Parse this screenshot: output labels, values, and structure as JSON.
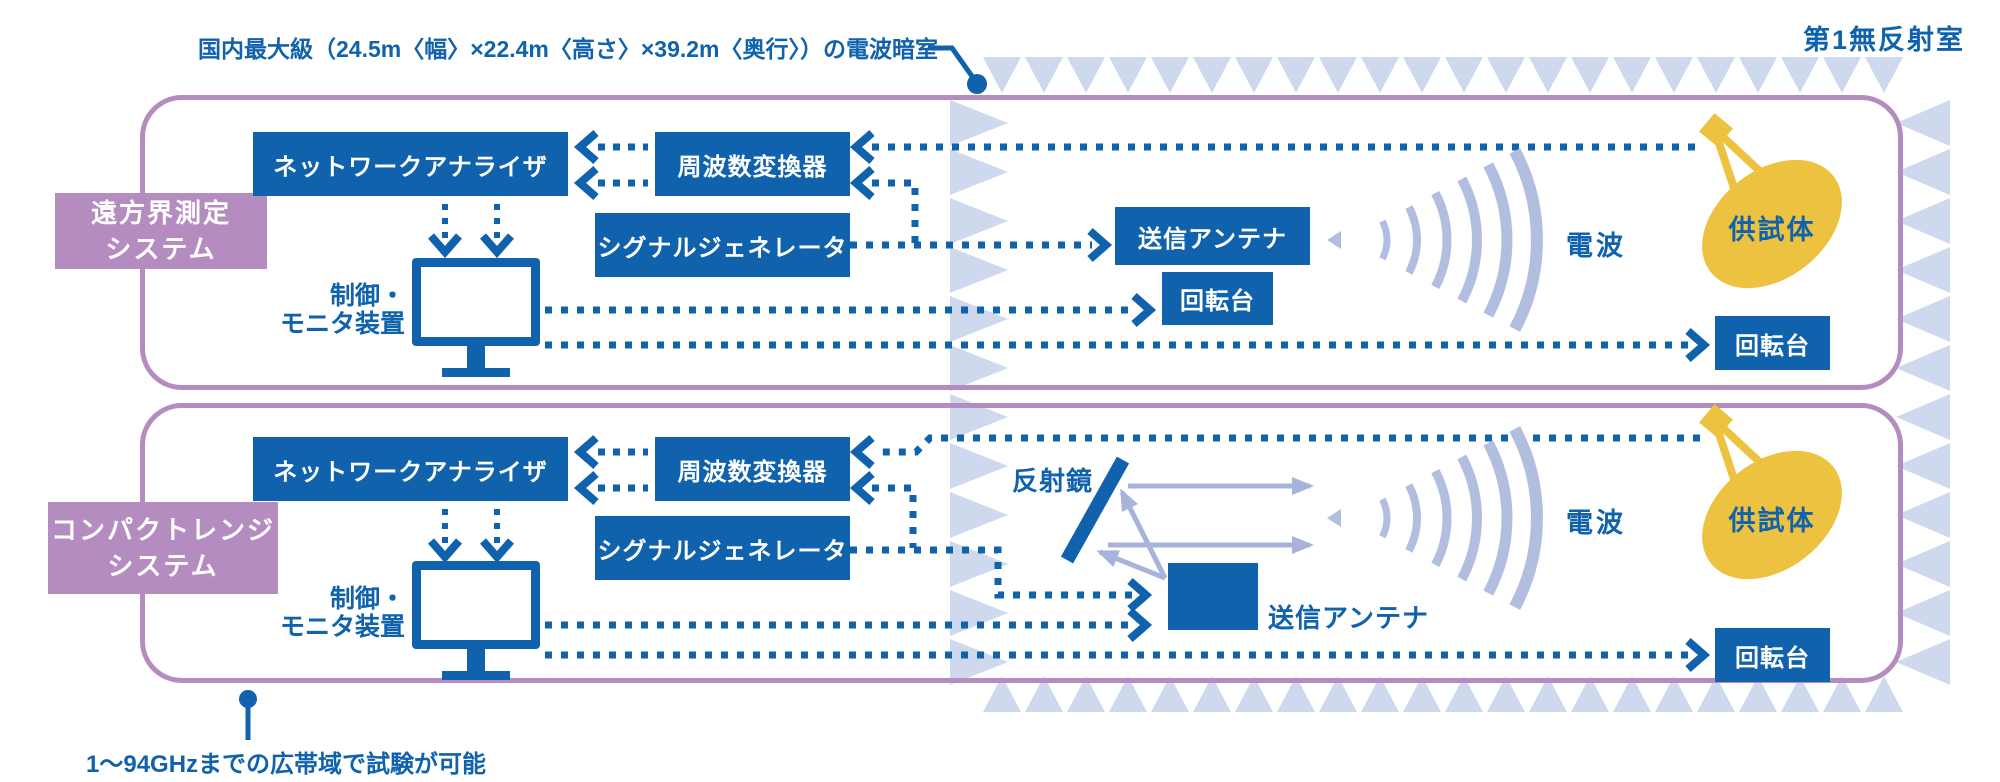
{
  "colors": {
    "primary_blue": "#0f62ab",
    "wall_lavender": "#cfd9ee",
    "beam_lavender": "#a7b3da",
    "arc_lavender": "#b2bedf",
    "frame_purple": "#b58cc0",
    "dut_yellow": "#ecc240"
  },
  "annotations": {
    "chamber_note": "国内最大級（24.5m〈幅〉×22.4m〈高さ〉×39.2m〈奥行〉）の電波暗室",
    "room_title": "第1無反射室",
    "bandwidth_note": "1〜94GHzまでの広帯域で試験が可能"
  },
  "far_field_system": {
    "label_lines": [
      "遠方界測定",
      "システム"
    ],
    "network_analyzer": "ネットワークアナライザ",
    "frequency_converter": "周波数変換器",
    "signal_generator": "シグナルジェネレータ",
    "control_monitor_lines": [
      "制御・",
      "モニタ装置"
    ],
    "tx_antenna": "送信アンテナ",
    "turntable_inner": "回転台",
    "turntable_outer": "回転台",
    "radio_wave": "電波",
    "dut": "供試体"
  },
  "compact_range_system": {
    "label_lines": [
      "コンパクトレンジ",
      "システム"
    ],
    "network_analyzer": "ネットワークアナライザ",
    "frequency_converter": "周波数変換器",
    "signal_generator": "シグナルジェネレータ",
    "control_monitor_lines": [
      "制御・",
      "モニタ装置"
    ],
    "reflector": "反射鏡",
    "tx_antenna": "送信アンテナ",
    "turntable_outer": "回転台",
    "radio_wave": "電波",
    "dut": "供試体"
  }
}
